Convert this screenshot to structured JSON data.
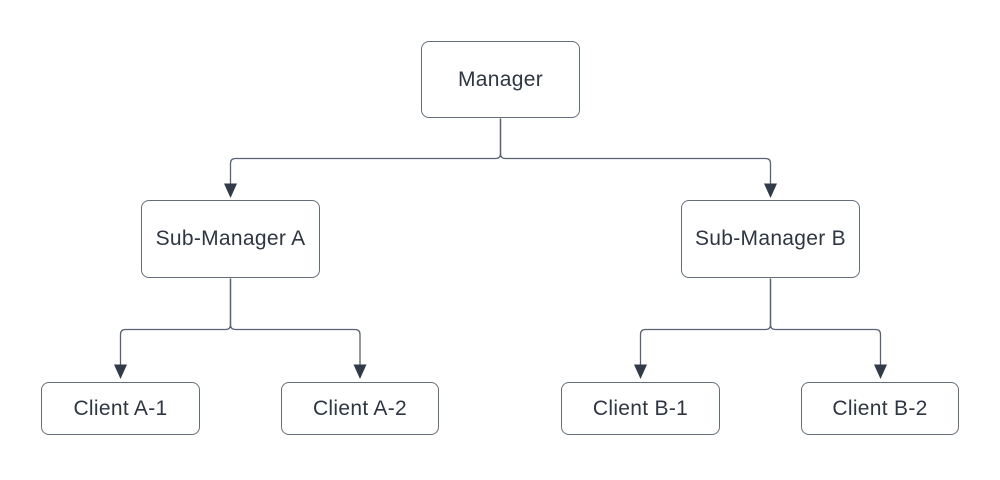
{
  "diagram": {
    "type": "org-chart",
    "background_color": "#ffffff",
    "node_fill_color": "#ffffff",
    "node_border_color": "#646d7a",
    "connector_color": "#596272",
    "arrowhead_color": "#313a49",
    "text_color": "#2e3643",
    "nodes": {
      "manager": {
        "label": "Manager"
      },
      "sub_a": {
        "label": "Sub-Manager A"
      },
      "sub_b": {
        "label": "Sub-Manager B"
      },
      "client_a1": {
        "label": "Client A-1"
      },
      "client_a2": {
        "label": "Client A-2"
      },
      "client_b1": {
        "label": "Client B-1"
      },
      "client_b2": {
        "label": "Client B-2"
      }
    },
    "edges": [
      {
        "from": "Manager",
        "to": "Sub-Manager A",
        "arrow": "filled-triangle"
      },
      {
        "from": "Manager",
        "to": "Sub-Manager B",
        "arrow": "filled-triangle"
      },
      {
        "from": "Sub-Manager A",
        "to": "Client A-1",
        "arrow": "filled-triangle"
      },
      {
        "from": "Sub-Manager A",
        "to": "Client A-2",
        "arrow": "filled-triangle"
      },
      {
        "from": "Sub-Manager B",
        "to": "Client B-1",
        "arrow": "filled-triangle"
      },
      {
        "from": "Sub-Manager B",
        "to": "Client B-2",
        "arrow": "filled-triangle"
      }
    ]
  }
}
